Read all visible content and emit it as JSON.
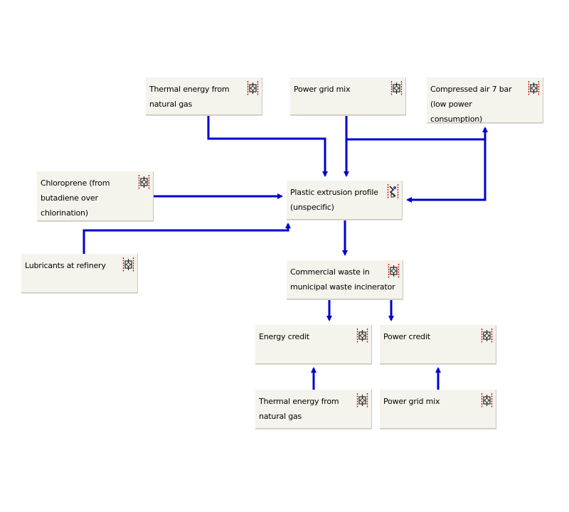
{
  "diagram": {
    "nodes": [
      {
        "id": "thermal-top",
        "label": "Thermal energy from natural gas",
        "icon": "process-icon"
      },
      {
        "id": "grid-top",
        "label": "Power grid mix",
        "icon": "process-icon"
      },
      {
        "id": "air",
        "label": "Compressed air 7 bar (low power consumption)",
        "icon": "process-icon"
      },
      {
        "id": "chloro",
        "label": "Chloroprene (from butadiene over chlorination)",
        "icon": "process-icon"
      },
      {
        "id": "extrusion",
        "label": "Plastic extrusion profile (unspecific)",
        "icon": "extrusion-process-icon"
      },
      {
        "id": "lubricants",
        "label": "Lubricants at refinery",
        "icon": "process-icon"
      },
      {
        "id": "waste",
        "label": "Commercial waste in municipal waste incinerator",
        "icon": "process-icon"
      },
      {
        "id": "energy-credit",
        "label": "Energy credit",
        "icon": "process-icon"
      },
      {
        "id": "power-credit",
        "label": "Power credit",
        "icon": "process-icon"
      },
      {
        "id": "thermal-bottom",
        "label": "Thermal energy from natural gas",
        "icon": "process-icon"
      },
      {
        "id": "grid-bottom",
        "label": "Power grid mix",
        "icon": "process-icon"
      }
    ],
    "edges": [
      {
        "from": "thermal-top",
        "to": "extrusion"
      },
      {
        "from": "grid-top",
        "to": "extrusion"
      },
      {
        "from": "grid-top",
        "to": "air"
      },
      {
        "from": "air",
        "to": "extrusion"
      },
      {
        "from": "chloro",
        "to": "extrusion"
      },
      {
        "from": "lubricants",
        "to": "extrusion"
      },
      {
        "from": "extrusion",
        "to": "waste"
      },
      {
        "from": "waste",
        "to": "energy-credit"
      },
      {
        "from": "waste",
        "to": "power-credit"
      },
      {
        "from": "thermal-bottom",
        "to": "energy-credit"
      },
      {
        "from": "grid-bottom",
        "to": "power-credit"
      }
    ],
    "colors": {
      "edge": "#0000cc",
      "node_fill": "#f4f3ec",
      "icon_dash": "#cc0000"
    }
  }
}
